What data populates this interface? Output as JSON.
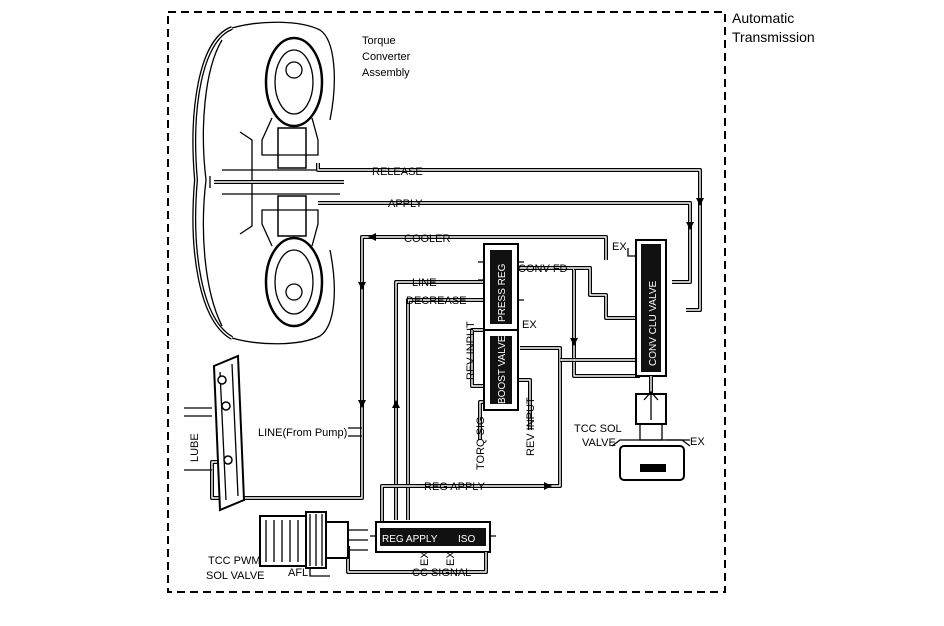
{
  "enclosure": {
    "title": [
      "Automatic",
      "Transmission"
    ]
  },
  "torque_converter": {
    "label": [
      "Torque",
      "Converter",
      "Assembly"
    ]
  },
  "passages": {
    "release": "RELEASE",
    "apply": "APPLY",
    "cooler": "COOLER",
    "line": "LINE",
    "decrease": "DECREASE",
    "conv_fd": "CONV FD",
    "ex": "EX",
    "rev_input": "REV INPUT",
    "torq_sig": "TORQ SIG",
    "line_from_pump": "LINE(From Pump)",
    "lube": "LUBE",
    "reg_apply": "REG APPLY",
    "cc_signal": "CC SIGNAL",
    "afl": "AFL"
  },
  "valves": {
    "press_reg": "PRESS REG",
    "boost_valve": "BOOST VALVE",
    "conv_clu_valve": "CONV CLU VALVE",
    "reg_apply_valve": "REG APPLY",
    "iso": "ISO"
  },
  "tcc_sol_valve": {
    "label": [
      "TCC SOL",
      "VALVE"
    ]
  },
  "tcc_pwm_sol_valve": {
    "label": [
      "TCC PWM",
      "SOL VALVE"
    ]
  }
}
